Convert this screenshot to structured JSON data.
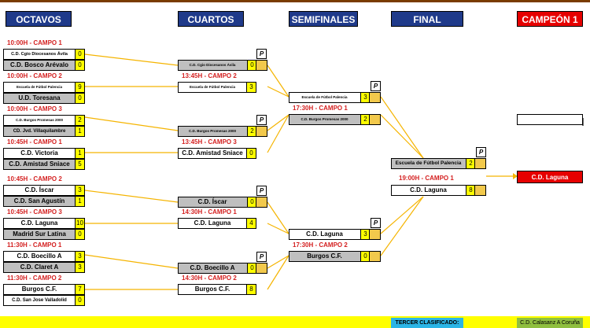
{
  "headers": {
    "octavos": "OCTAVOS",
    "cuartos": "CUARTOS",
    "semifinales": "SEMIFINALES",
    "final": "FINAL",
    "campeon": "CAMPEÓN 1"
  },
  "octavos": [
    {
      "time": "10:00H - CAMPO 1",
      "team1": "C.D. Cgio Diocesanos Ávila",
      "score1": "0",
      "team2": "C.D. Bosco Arévalo",
      "score2": "0"
    },
    {
      "time": "10:00H - CAMPO 2",
      "team1": "Escuela de Fútbol Palencia",
      "score1": "9",
      "team2": "U.D. Toresana",
      "score2": "0"
    },
    {
      "time": "10:00H - CAMPO 3",
      "team1": "C.D. Burgos Promesas 2000",
      "score1": "2",
      "team2": "CD. Jvd.  Villaquilambre",
      "score2": "1"
    },
    {
      "time": "10:45H - CAMPO 1",
      "team1": "C.D. Victoria",
      "score1": "1",
      "team2": "C.D. Amistad Sniace",
      "score2": "5"
    },
    {
      "time": "10:45H - CAMPO 2",
      "team1": "C.D. Íscar",
      "score1": "3",
      "team2": "C.D. San Agustín",
      "score2": "1"
    },
    {
      "time": "10:45H - CAMPO 3",
      "team1": "C.D. Laguna",
      "score1": "10",
      "team2": "Madrid Sur Latina",
      "score2": "0"
    },
    {
      "time": "11:30H - CAMPO 1",
      "team1": "C.D. Boecillo A",
      "score1": "3",
      "team2": "C.D. Claret A",
      "score2": "3"
    },
    {
      "time": "11:30H - CAMPO 2",
      "team1": "Burgos C.F.",
      "score1": "7",
      "team2": "C.D. San Jose Valladolid",
      "score2": "0"
    }
  ],
  "cuartos": [
    {
      "time": "",
      "team1": "C.D. Cgio Diocesanos Ávila",
      "score1": "0",
      "p": "P"
    },
    {
      "time": "13:45H - CAMPO 2",
      "team1": "Escuela de Fútbol Palencia",
      "score1": "3"
    },
    {
      "time": "",
      "team1": "C.D. Burgos Promesas 2000",
      "score1": "2",
      "p": "P"
    },
    {
      "time": "13:45H - CAMPO 3",
      "team1": "C.D. Amistad Sniace",
      "score1": "0"
    },
    {
      "time": "",
      "team1": "C.D. Íscar",
      "score1": "0",
      "p": "P"
    },
    {
      "time": "14:30H - CAMPO 1",
      "team1": "C.D. Laguna",
      "score1": "4"
    },
    {
      "time": "",
      "team1": "C.D. Boecillo A",
      "score1": "0",
      "p": "P"
    },
    {
      "time": "14:30H - CAMPO 2",
      "team1": "Burgos C.F.",
      "score1": "8"
    }
  ],
  "semis": [
    {
      "team1": "Escuela de Fútbol Palencia",
      "score1": "3",
      "p": "P"
    },
    {
      "time": "17:30H - CAMPO 1",
      "team1": "C.D. Burgos Promesas 2000",
      "score1": "2"
    },
    {
      "team1": "C.D. Laguna",
      "score1": "3",
      "p": "P"
    },
    {
      "time": "17:30H - CAMPO 2",
      "team1": "Burgos C.F.",
      "score1": "0"
    }
  ],
  "final": {
    "p": "P",
    "team1": "Escuela de Fútbol Palencia",
    "score1": "2",
    "time": "19:00H - CAMPO 1",
    "team2": "C.D. Laguna",
    "score2": "8"
  },
  "champion": "C.D. Laguna",
  "champion_empty": "",
  "tercer_label": "TERCER CLASIFICADO:",
  "tercer_team": "C.D. Calasanz A Coruña",
  "colors": {
    "header_blue": "#1f3a8a",
    "header_red": "#e60000",
    "time_red": "#d42020",
    "score_yellow": "#ffff00",
    "connector": "#f5b400"
  }
}
